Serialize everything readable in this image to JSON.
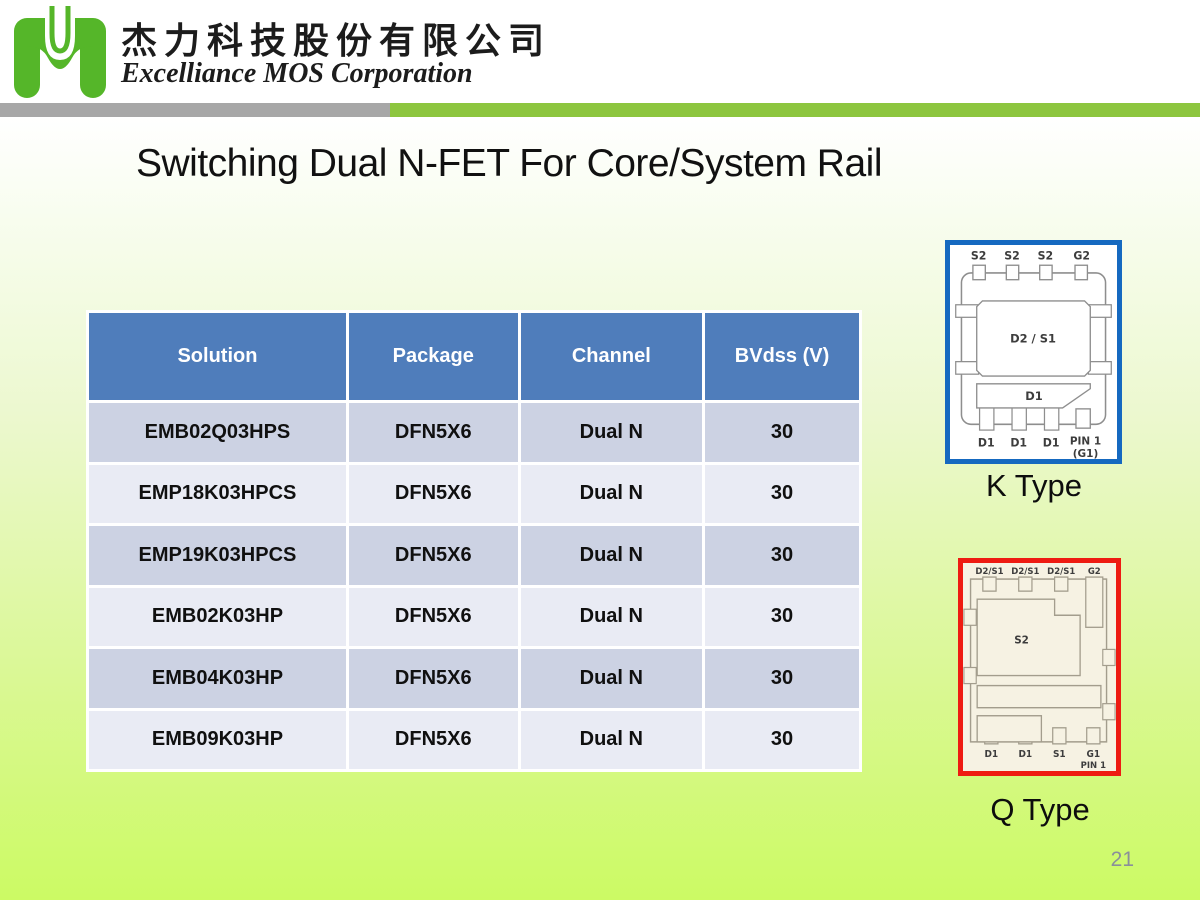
{
  "header": {
    "company_cn": "杰力科技股份有限公司",
    "company_en": "Excelliance MOS Corporation",
    "logo": "excelliance-m-logo"
  },
  "title": "Switching Dual N-FET For Core/System Rail",
  "table": {
    "columns": [
      "Solution",
      "Package",
      "Channel",
      "BVdss (V)"
    ],
    "rows": [
      [
        "EMB02Q03HPS",
        "DFN5X6",
        "Dual N",
        "30"
      ],
      [
        "EMP18K03HPCS",
        "DFN5X6",
        "Dual N",
        "30"
      ],
      [
        "EMP19K03HPCS",
        "DFN5X6",
        "Dual N",
        "30"
      ],
      [
        "EMB02K03HP",
        "DFN5X6",
        "Dual N",
        "30"
      ],
      [
        "EMB04K03HP",
        "DFN5X6",
        "Dual N",
        "30"
      ],
      [
        "EMB09K03HP",
        "DFN5X6",
        "Dual N",
        "30"
      ]
    ]
  },
  "diagrams": {
    "k_type": {
      "label": "K Type",
      "top_pins": [
        "S2",
        "S2",
        "S2",
        "G2"
      ],
      "center_pad": "D2 / S1",
      "lower_pad": "D1",
      "bottom_pins": [
        "D1",
        "D1",
        "D1"
      ],
      "pin1_line1": "PIN 1",
      "pin1_line2": "(G1)"
    },
    "q_type": {
      "label": "Q Type",
      "top_pins": [
        "D2/S1",
        "D2/S1",
        "D2/S1",
        "G2"
      ],
      "center_pad": "S2",
      "bottom_pins": [
        "D1",
        "D1",
        "S1",
        "G1"
      ],
      "pin1": "PIN 1"
    }
  },
  "page_number": "21",
  "colors": {
    "table_header_blue": "#4f7dbb",
    "row_dark": "#ccd2e3",
    "row_light": "#e9ebf4",
    "k_border_blue": "#1569c0",
    "q_border_red": "#ee1b12",
    "bar_gray": "#a7a7a7",
    "bar_green": "#8dc63f",
    "logo_green": "#55b629",
    "bg_bottom_green": "#ccfa64"
  }
}
